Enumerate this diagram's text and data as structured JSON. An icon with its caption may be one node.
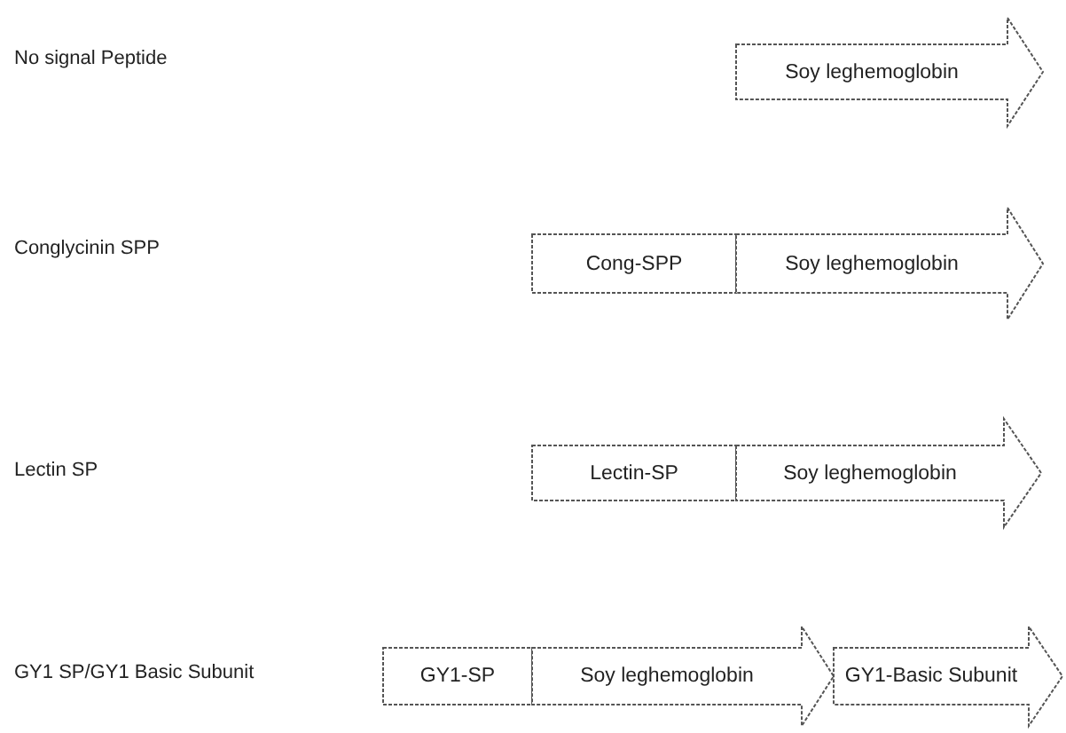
{
  "diagram": {
    "nodes": [
      {
        "text": [
          "Soy leghemoglobin"
        ]
      },
      {
        "text": [
          "Cong-SPP"
        ]
      },
      {
        "text": [
          "Soy leghemoglobin"
        ]
      },
      {
        "text": [
          "Lectin-SP"
        ]
      },
      {
        "text": [
          "Soy leghemoglobin"
        ]
      },
      {
        "text": [
          "GY1-SP"
        ]
      },
      {
        "text": [
          "Soy leghemoglobin"
        ]
      },
      {
        "text": [
          "GY1-Basic Subunit"
        ]
      }
    ],
    "labels": [
      "No signal Peptide",
      "Conglycinin SPP",
      "Lectin SP",
      "GY1 SP/GY1 Basic Subunit"
    ]
  }
}
